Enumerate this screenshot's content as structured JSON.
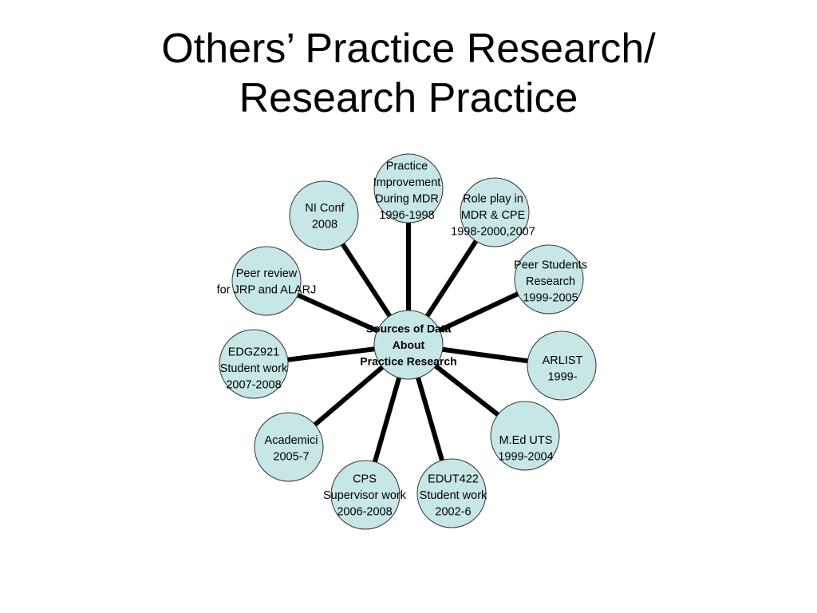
{
  "slide": {
    "title_line1": "Others’ Practice Research/",
    "title_line2": "Research Practice"
  },
  "diagram": {
    "center": {
      "lines": [
        "Sources of Data",
        "About",
        "Practice Research"
      ]
    },
    "nodes": [
      {
        "id": "practice-improvement",
        "lines": [
          "Practice",
          "Improvement",
          "During MDR",
          "1996-1998"
        ]
      },
      {
        "id": "role-play",
        "lines": [
          "Role play in",
          "MDR & CPE",
          "1998-2000,2007"
        ]
      },
      {
        "id": "peer-students",
        "lines": [
          "Peer Students",
          "Research",
          "1999-2005"
        ]
      },
      {
        "id": "arlist",
        "lines": [
          "ARLIST",
          "1999-"
        ]
      },
      {
        "id": "med-uts",
        "lines": [
          "M.Ed UTS",
          "1999-2004"
        ]
      },
      {
        "id": "edut422",
        "lines": [
          "EDUT422",
          "Student work",
          "2002-6"
        ]
      },
      {
        "id": "cps",
        "lines": [
          "CPS",
          "Supervisor work",
          "2006-2008"
        ]
      },
      {
        "id": "academici",
        "lines": [
          "Academici",
          "2005-7"
        ]
      },
      {
        "id": "edgz921",
        "lines": [
          "EDGZ921",
          "Student work",
          "2007-2008"
        ]
      },
      {
        "id": "peer-review",
        "lines": [
          "Peer review",
          "for JRP and ALARJ"
        ]
      },
      {
        "id": "ni-conf",
        "lines": [
          "NI Conf",
          "2008"
        ]
      }
    ],
    "colors": {
      "circle_fill": "#c7e6e6",
      "circle_stroke": "#333333",
      "spoke": "#000000"
    }
  }
}
